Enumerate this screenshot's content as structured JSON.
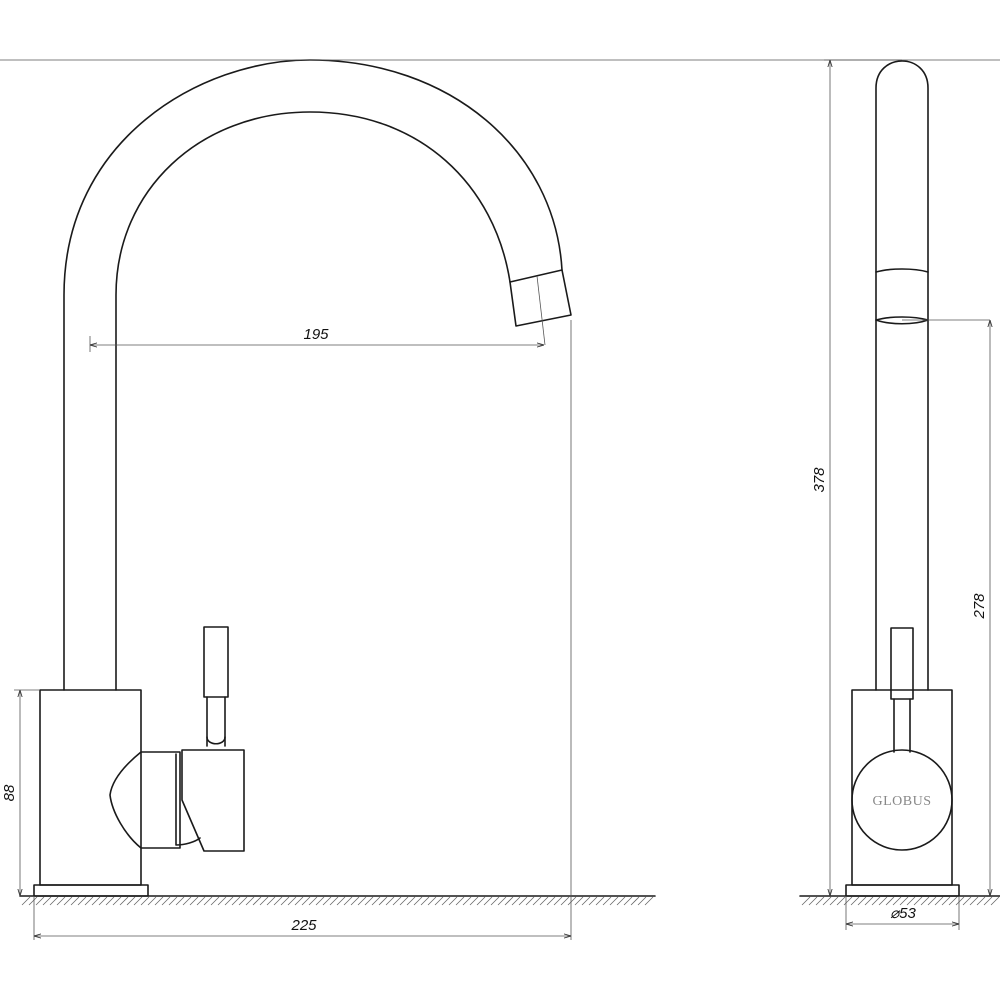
{
  "drawing": {
    "dimensions": {
      "spout_reach": "195",
      "base_height": "88",
      "total_width": "225",
      "total_height": "378",
      "spout_clearance": "278",
      "base_diameter": "⌀53"
    },
    "logo": "GLOBUS"
  }
}
